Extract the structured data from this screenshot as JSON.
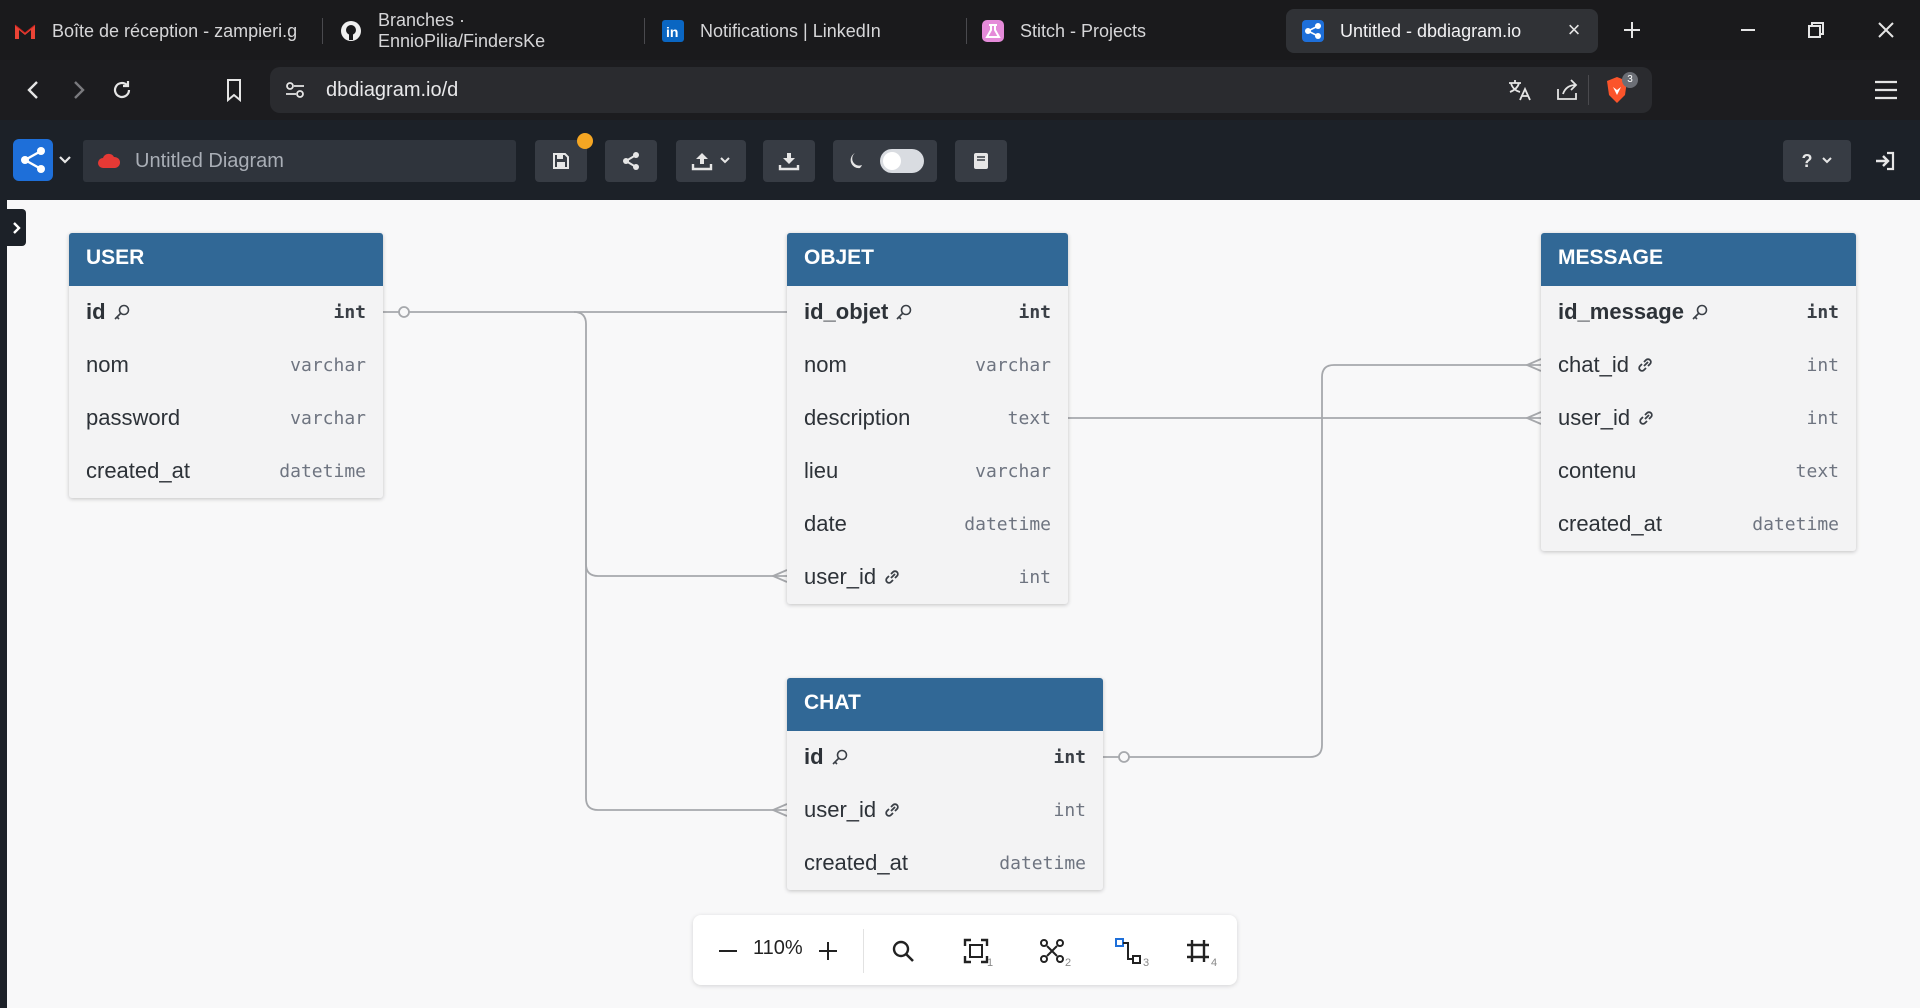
{
  "browser": {
    "tabs": [
      {
        "title": "Boîte de réception - zampieri.g",
        "icon": "gmail-icon"
      },
      {
        "title": "Branches · EnnioPilia/FindersKe",
        "icon": "github-icon"
      },
      {
        "title": "Notifications | LinkedIn",
        "icon": "linkedin-icon"
      },
      {
        "title": "Stitch - Projects",
        "icon": "stitch-icon"
      },
      {
        "title": "Untitled - dbdiagram.io",
        "icon": "dbdiagram-icon"
      }
    ],
    "url": "dbdiagram.io/d",
    "brave_badge": "3"
  },
  "app": {
    "diagram_title": "Untitled Diagram",
    "help_label": "?"
  },
  "tables": [
    {
      "name": "USER",
      "fields": [
        {
          "name": "id",
          "type": "int",
          "pk": true,
          "fk": false
        },
        {
          "name": "nom",
          "type": "varchar",
          "pk": false,
          "fk": false
        },
        {
          "name": "password",
          "type": "varchar",
          "pk": false,
          "fk": false
        },
        {
          "name": "created_at",
          "type": "datetime",
          "pk": false,
          "fk": false
        }
      ]
    },
    {
      "name": "OBJET",
      "fields": [
        {
          "name": "id_objet",
          "type": "int",
          "pk": true,
          "fk": false
        },
        {
          "name": "nom",
          "type": "varchar",
          "pk": false,
          "fk": false
        },
        {
          "name": "description",
          "type": "text",
          "pk": false,
          "fk": false
        },
        {
          "name": "lieu",
          "type": "varchar",
          "pk": false,
          "fk": false
        },
        {
          "name": "date",
          "type": "datetime",
          "pk": false,
          "fk": false
        },
        {
          "name": "user_id",
          "type": "int",
          "pk": false,
          "fk": true
        }
      ]
    },
    {
      "name": "MESSAGE",
      "fields": [
        {
          "name": "id_message",
          "type": "int",
          "pk": true,
          "fk": false
        },
        {
          "name": "chat_id",
          "type": "int",
          "pk": false,
          "fk": true
        },
        {
          "name": "user_id",
          "type": "int",
          "pk": false,
          "fk": true
        },
        {
          "name": "contenu",
          "type": "text",
          "pk": false,
          "fk": false
        },
        {
          "name": "created_at",
          "type": "datetime",
          "pk": false,
          "fk": false
        }
      ]
    },
    {
      "name": "CHAT",
      "fields": [
        {
          "name": "id",
          "type": "int",
          "pk": true,
          "fk": false
        },
        {
          "name": "user_id",
          "type": "int",
          "pk": false,
          "fk": true
        },
        {
          "name": "created_at",
          "type": "datetime",
          "pk": false,
          "fk": false
        }
      ]
    }
  ],
  "zoom": {
    "level": "110%",
    "tool_numbers": [
      "1",
      "2",
      "3",
      "4"
    ]
  },
  "colors": {
    "table_header": "#316896",
    "app_toolbar": "#1c2128",
    "logo_blue": "#1e6fd9",
    "unsaved_dot": "#f5a623"
  }
}
